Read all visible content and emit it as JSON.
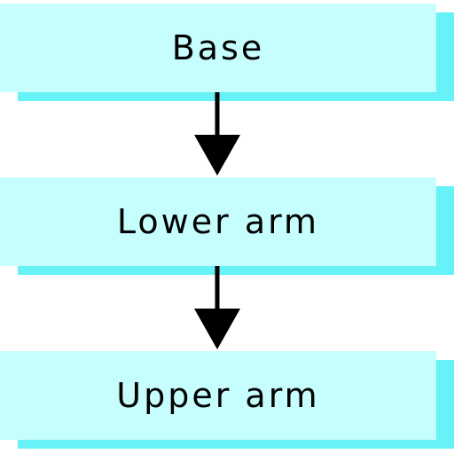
{
  "nodes": [
    {
      "id": "base",
      "label": "Base"
    },
    {
      "id": "lower-arm",
      "label": "Lower arm"
    },
    {
      "id": "upper-arm",
      "label": "Upper arm"
    }
  ],
  "edges": [
    {
      "from": "base",
      "to": "lower-arm"
    },
    {
      "from": "lower-arm",
      "to": "upper-arm"
    }
  ],
  "colors": {
    "box_fill": "#c6fdfd",
    "box_shadow": "#66f2f7",
    "arrow": "#000000"
  }
}
